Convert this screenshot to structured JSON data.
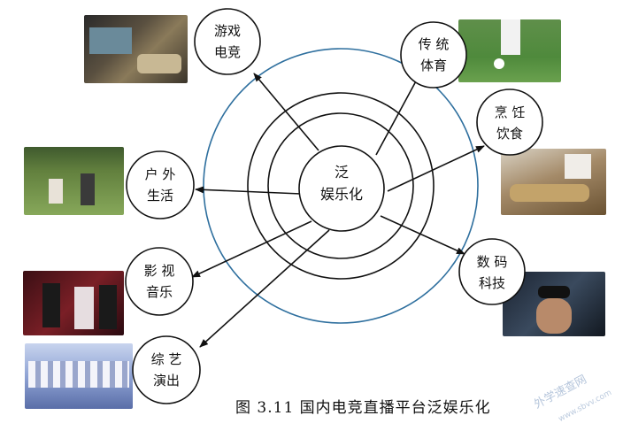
{
  "center": {
    "line1": "泛",
    "line2": "娱乐化"
  },
  "nodes": {
    "gaming": {
      "line1": "游戏",
      "line2": "电竞"
    },
    "sports": {
      "line1": "传 统",
      "line2": "体育"
    },
    "cooking": {
      "line1": "烹 饪",
      "line2": "饮食"
    },
    "outdoor": {
      "line1": "户 外",
      "line2": "生活"
    },
    "tech": {
      "line1": "数 码",
      "line2": "科技"
    },
    "music": {
      "line1": "影 视",
      "line2": "音乐"
    },
    "variety": {
      "line1": "综 艺",
      "line2": "演出"
    }
  },
  "caption": "图 3.11  国内电竞直播平台泛娱乐化",
  "watermark": {
    "text": "外学速查网",
    "url": "www.sbvv.com"
  },
  "colors": {
    "outer_ring": "#2e6f9e",
    "rings": "#111111",
    "arrows": "#111111"
  }
}
